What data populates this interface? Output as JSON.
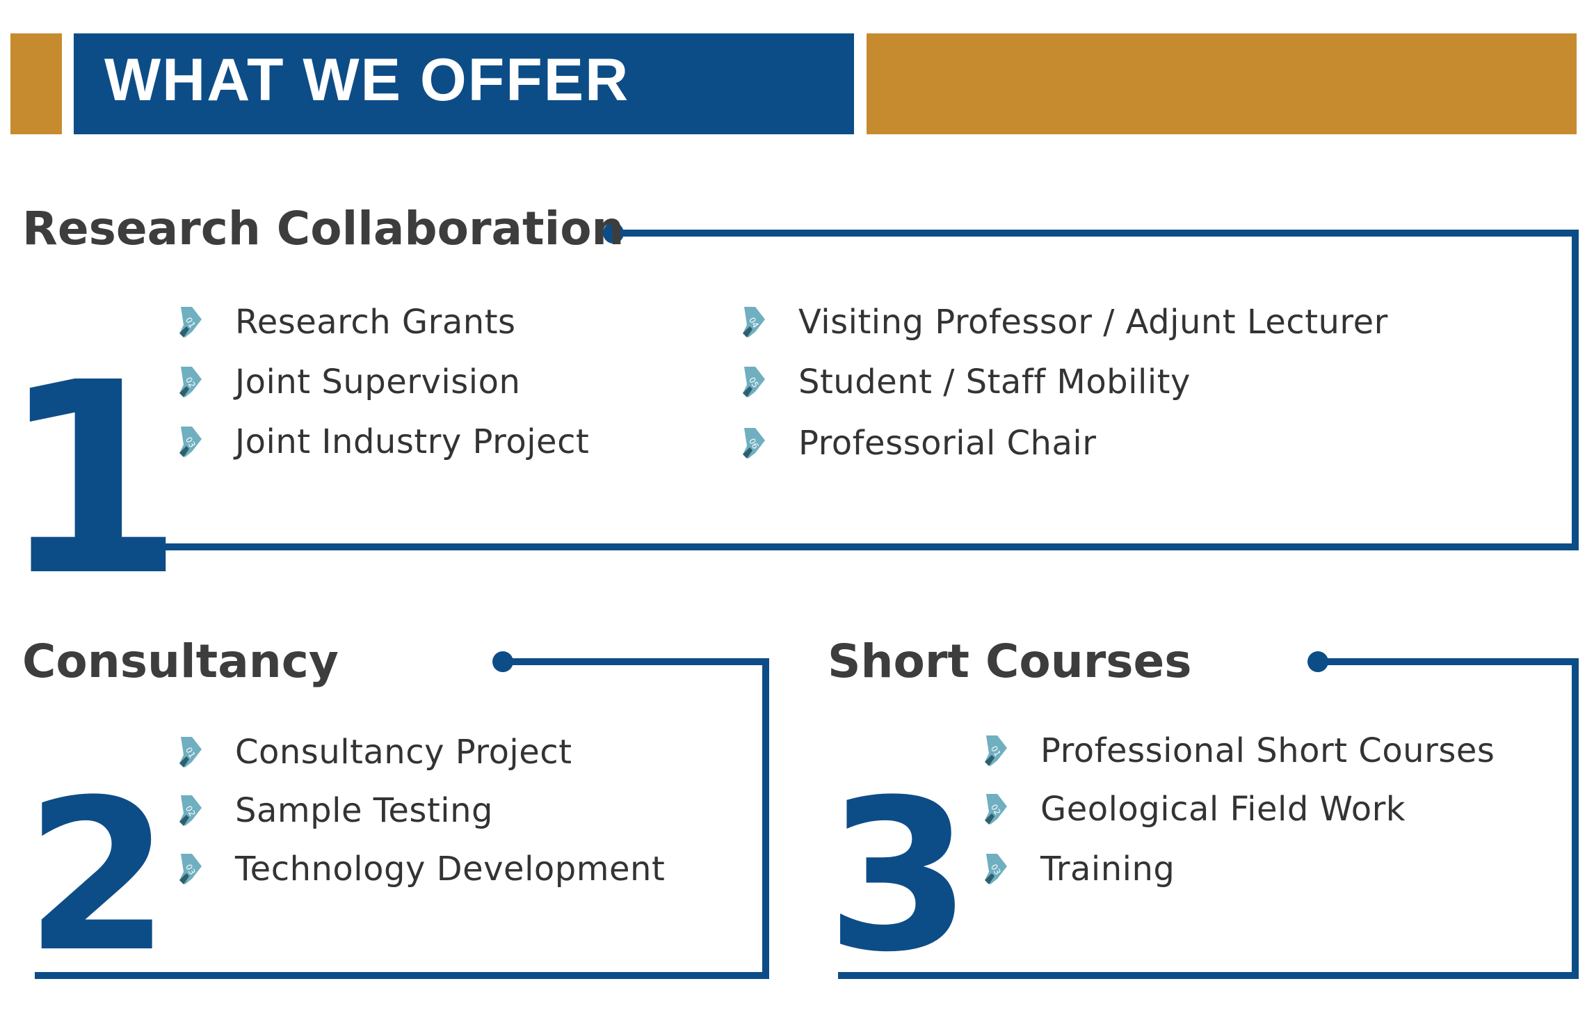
{
  "header": {
    "title": "WHAT WE OFFER",
    "colors": {
      "blue": "#0D4D87",
      "gold": "#C68B2F"
    }
  },
  "sections": [
    {
      "number": "1",
      "title": "Research Collaboration",
      "items": [
        {
          "badge": "01",
          "label": "Research Grants"
        },
        {
          "badge": "02",
          "label": "Joint Supervision"
        },
        {
          "badge": "03",
          "label": "Joint Industry Project"
        },
        {
          "badge": "04",
          "label": "Visiting Professor / Adjunt Lecturer"
        },
        {
          "badge": "05",
          "label": "Student / Staff Mobility"
        },
        {
          "badge": "06",
          "label": "Professorial Chair"
        }
      ]
    },
    {
      "number": "2",
      "title": "Consultancy",
      "items": [
        {
          "badge": "01",
          "label": "Consultancy Project"
        },
        {
          "badge": "02",
          "label": "Sample Testing"
        },
        {
          "badge": "03",
          "label": "Technology Development"
        }
      ]
    },
    {
      "number": "3",
      "title": "Short Courses",
      "items": [
        {
          "badge": "01",
          "label": "Professional Short Courses"
        },
        {
          "badge": "02",
          "label": "Geological Field Work"
        },
        {
          "badge": "03",
          "label": "Training"
        }
      ]
    }
  ],
  "icons": {
    "bullet": "numbered-tag-icon"
  },
  "accent_colors": {
    "badge": "#6FAFC0",
    "badge_dark": "#2F5F6E",
    "text": "#333333"
  }
}
